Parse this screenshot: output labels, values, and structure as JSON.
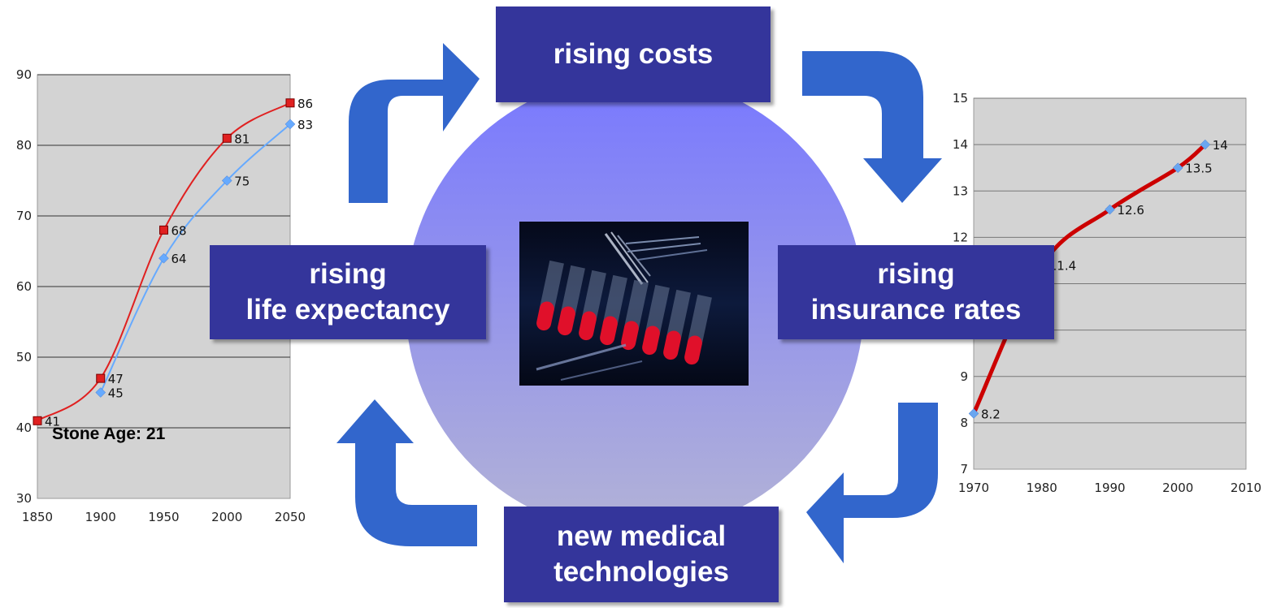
{
  "labels": {
    "rising_costs": "rising costs",
    "life_line1": "rising",
    "life_line2": "life expectancy",
    "ins_line1": "rising",
    "ins_line2": "insurance rates",
    "tech_line1": "new medical",
    "tech_line2": "technologies"
  },
  "annotation": "Stone Age: 21",
  "colors": {
    "box": "#34359b",
    "arrow": "#3266cc",
    "circle_top": "#7878ff",
    "circle_bottom": "#b3b3d6",
    "series_red": "#e02020",
    "series_blue": "#66aaff",
    "plot_bg": "#d3d3d3"
  },
  "chart_data": [
    {
      "type": "line",
      "title": "",
      "xlabel": "",
      "ylabel": "",
      "xlim": [
        1850,
        2050
      ],
      "ylim": [
        30,
        90
      ],
      "xticks": [
        1850,
        1900,
        1950,
        2000,
        2050
      ],
      "yticks": [
        30,
        40,
        50,
        60,
        70,
        80,
        90
      ],
      "grid": true,
      "series": [
        {
          "color": "#e02020",
          "marker": "square",
          "x": [
            1850,
            1900,
            1950,
            2000,
            2050
          ],
          "y": [
            41,
            47,
            68,
            81,
            86
          ]
        },
        {
          "color": "#66aaff",
          "marker": "diamond",
          "x": [
            1900,
            1950,
            2000,
            2050
          ],
          "y": [
            45,
            64,
            75,
            83
          ]
        }
      ]
    },
    {
      "type": "line",
      "title": "",
      "xlabel": "",
      "ylabel": "",
      "xlim": [
        1970,
        2010
      ],
      "ylim": [
        7,
        15
      ],
      "xticks": [
        1970,
        1980,
        1990,
        2000,
        2010
      ],
      "yticks": [
        7,
        8,
        9,
        10,
        11,
        12,
        13,
        14,
        15
      ],
      "grid": true,
      "series": [
        {
          "color": "#cc0000",
          "marker": "diamond",
          "x": [
            1970,
            1980,
            1990,
            2000,
            2004
          ],
          "y": [
            8.2,
            11.4,
            12.6,
            13.5,
            14
          ]
        }
      ]
    }
  ]
}
